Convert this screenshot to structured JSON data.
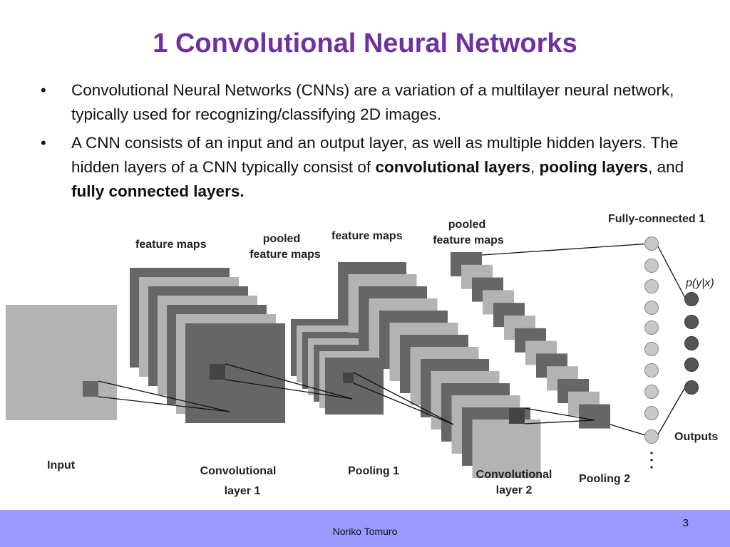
{
  "slide": {
    "title": "1 Convolutional Neural Networks",
    "bullets": [
      {
        "text": "Convolutional Neural Networks (CNNs) are a variation of a multilayer neural network, typically used for recognizing/classifying 2D images."
      },
      {
        "text_1": "A CNN consists of an input and an output layer, as well as multiple hidden layers. The hidden layers of a CNN typically consist of ",
        "bold_1": "convolutional layers",
        "text_2": ", ",
        "bold_2": "pooling layers",
        "text_3": ", and ",
        "bold_3": "fully connected layers."
      }
    ]
  },
  "diagram": {
    "top_labels": {
      "feature_maps_1": "feature maps",
      "pooled_1_line1": "pooled",
      "pooled_1_line2": "feature maps",
      "feature_maps_2": "feature maps",
      "pooled_2_line1": "pooled",
      "pooled_2_line2": "feature maps",
      "fully_connected": "Fully-connected 1",
      "probability": "p(y|x)"
    },
    "bottom_labels": {
      "input": "Input",
      "conv1_line1": "Convolutional",
      "conv1_line2": "layer 1",
      "pool1": "Pooling 1",
      "conv2_line1": "Convolutional",
      "conv2_line2": "layer 2",
      "pool2": "Pooling 2",
      "outputs": "Outputs"
    },
    "colors": {
      "light": "#b3b3b3",
      "dark": "#666666",
      "node_light": "#c8c8c8",
      "node_dark": "#555555"
    }
  },
  "footer": {
    "author": "Noriko Tomuro",
    "page": "3",
    "bar_color": "#9999ff"
  }
}
